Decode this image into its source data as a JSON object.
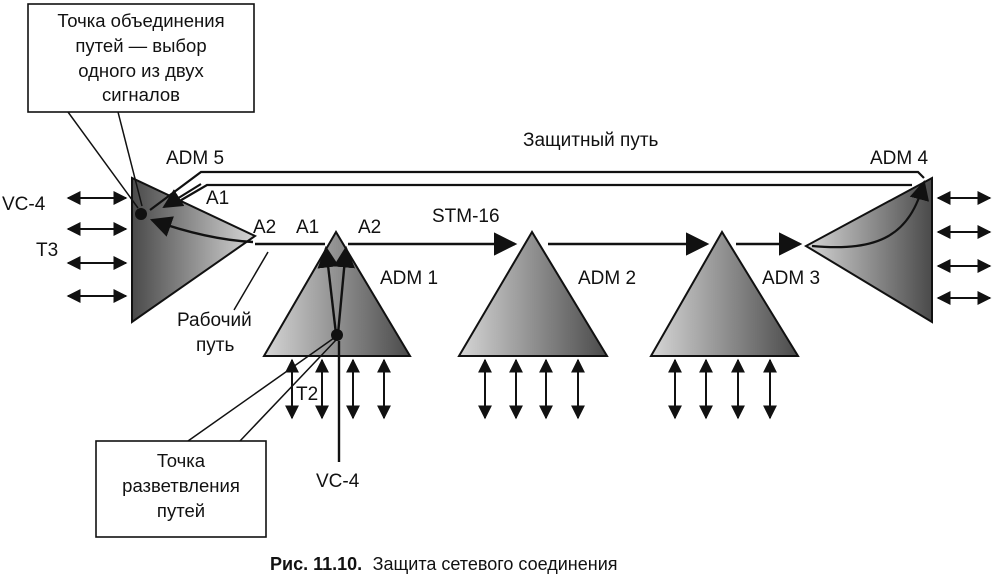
{
  "callouts": {
    "merge": [
      "Точка объединения",
      "путей — выбор",
      "одного из двух",
      "сигналов"
    ],
    "split": [
      "Точка",
      "разветвления",
      "путей"
    ]
  },
  "labels": {
    "adm5": "ADM 5",
    "adm4": "ADM 4",
    "adm1": "ADM 1",
    "adm2": "ADM 2",
    "adm3": "ADM 3",
    "protect_path": "Защитный путь",
    "stm16": "STM-16",
    "work_path_1": "Рабочий",
    "work_path_2": "путь",
    "vc4_left": "VC-4",
    "t3": "T3",
    "t2": "T2",
    "vc4_bottom": "VC-4",
    "a1_adm5": "A1",
    "a2_adm5": "A2",
    "a1_adm1": "A1",
    "a2_adm1": "A2"
  },
  "caption": {
    "number": "Рис. 11.10.",
    "text": "Защита сетевого соединения"
  }
}
